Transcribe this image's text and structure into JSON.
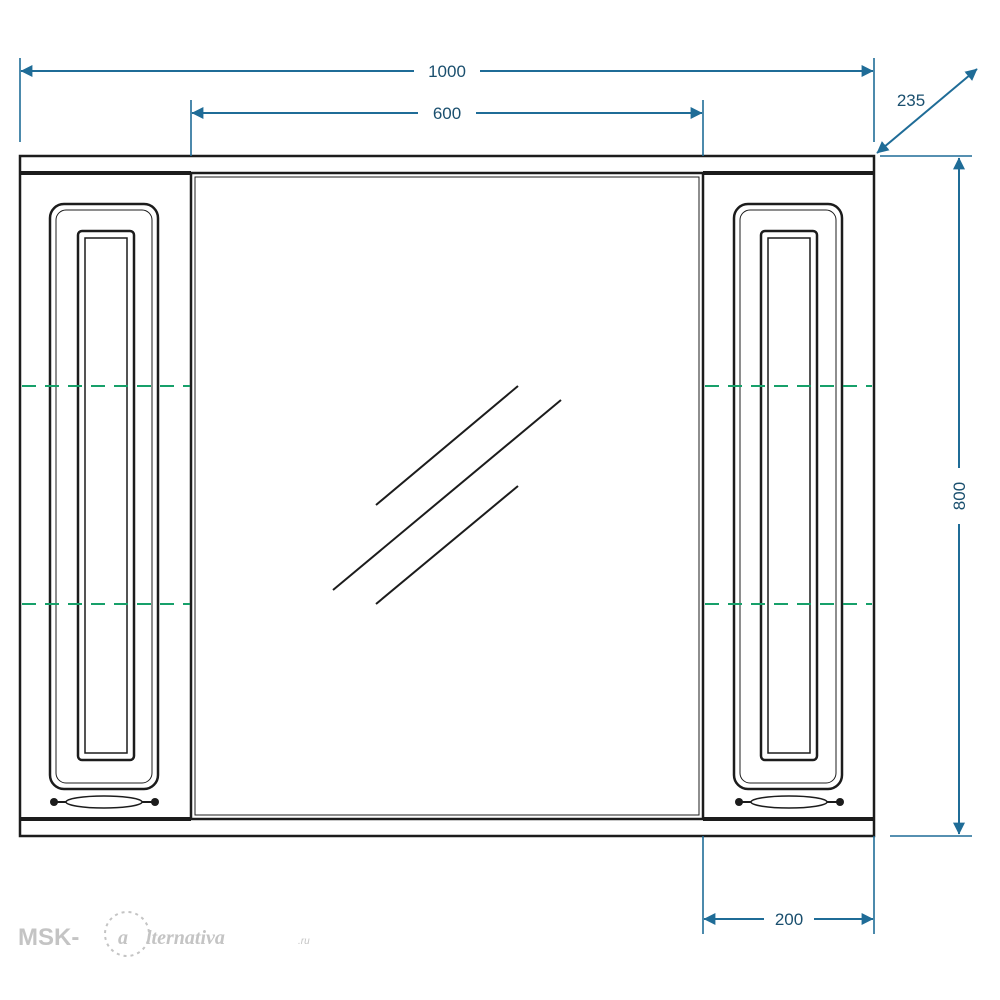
{
  "dimensions": {
    "overall_width": "1000",
    "mirror_width": "600",
    "depth": "235",
    "height": "800",
    "side_cabinet_width": "200"
  },
  "watermark": {
    "prefix": "MSK-",
    "letter": "a",
    "suffix": "lternativa",
    "domain": ".ru"
  },
  "colors": {
    "dimension": "#1f6c97",
    "shelf": "#17a06a",
    "outline": "#1c1c1c",
    "watermark": "#c4c4c4"
  }
}
